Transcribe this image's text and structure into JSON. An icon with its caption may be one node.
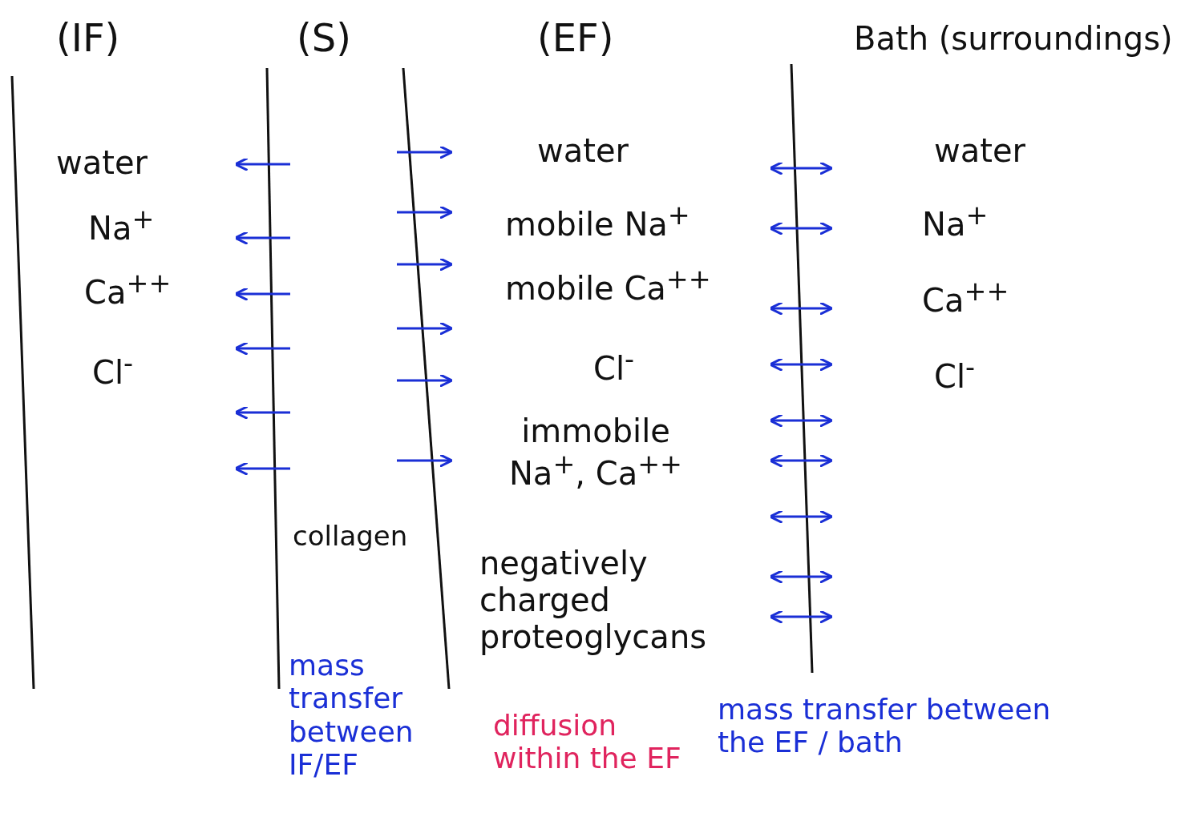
{
  "diagram": {
    "labels": [
      "(IF)",
      "(S)",
      "(EF)",
      "Bath (surroundings)",
      "water",
      "Na$^{+}$",
      "Ca$^{++}$",
      "Cl$^{-}$",
      "water",
      "mobile Na$^{+}$",
      "mobile Ca$^{++}$",
      "Cl$^{-}$",
      "immobile Na$^{+}$, Ca$^{++}$",
      "negatively charged proteoglycans",
      "water",
      "Na$^{+}$",
      "Ca$^{++}$",
      "Cl$^{-}$",
      "collagen",
      "mass transfer between IF/EF",
      "diffusion within the EF",
      "mass transfer between the EF / bath"
    ]
  }
}
